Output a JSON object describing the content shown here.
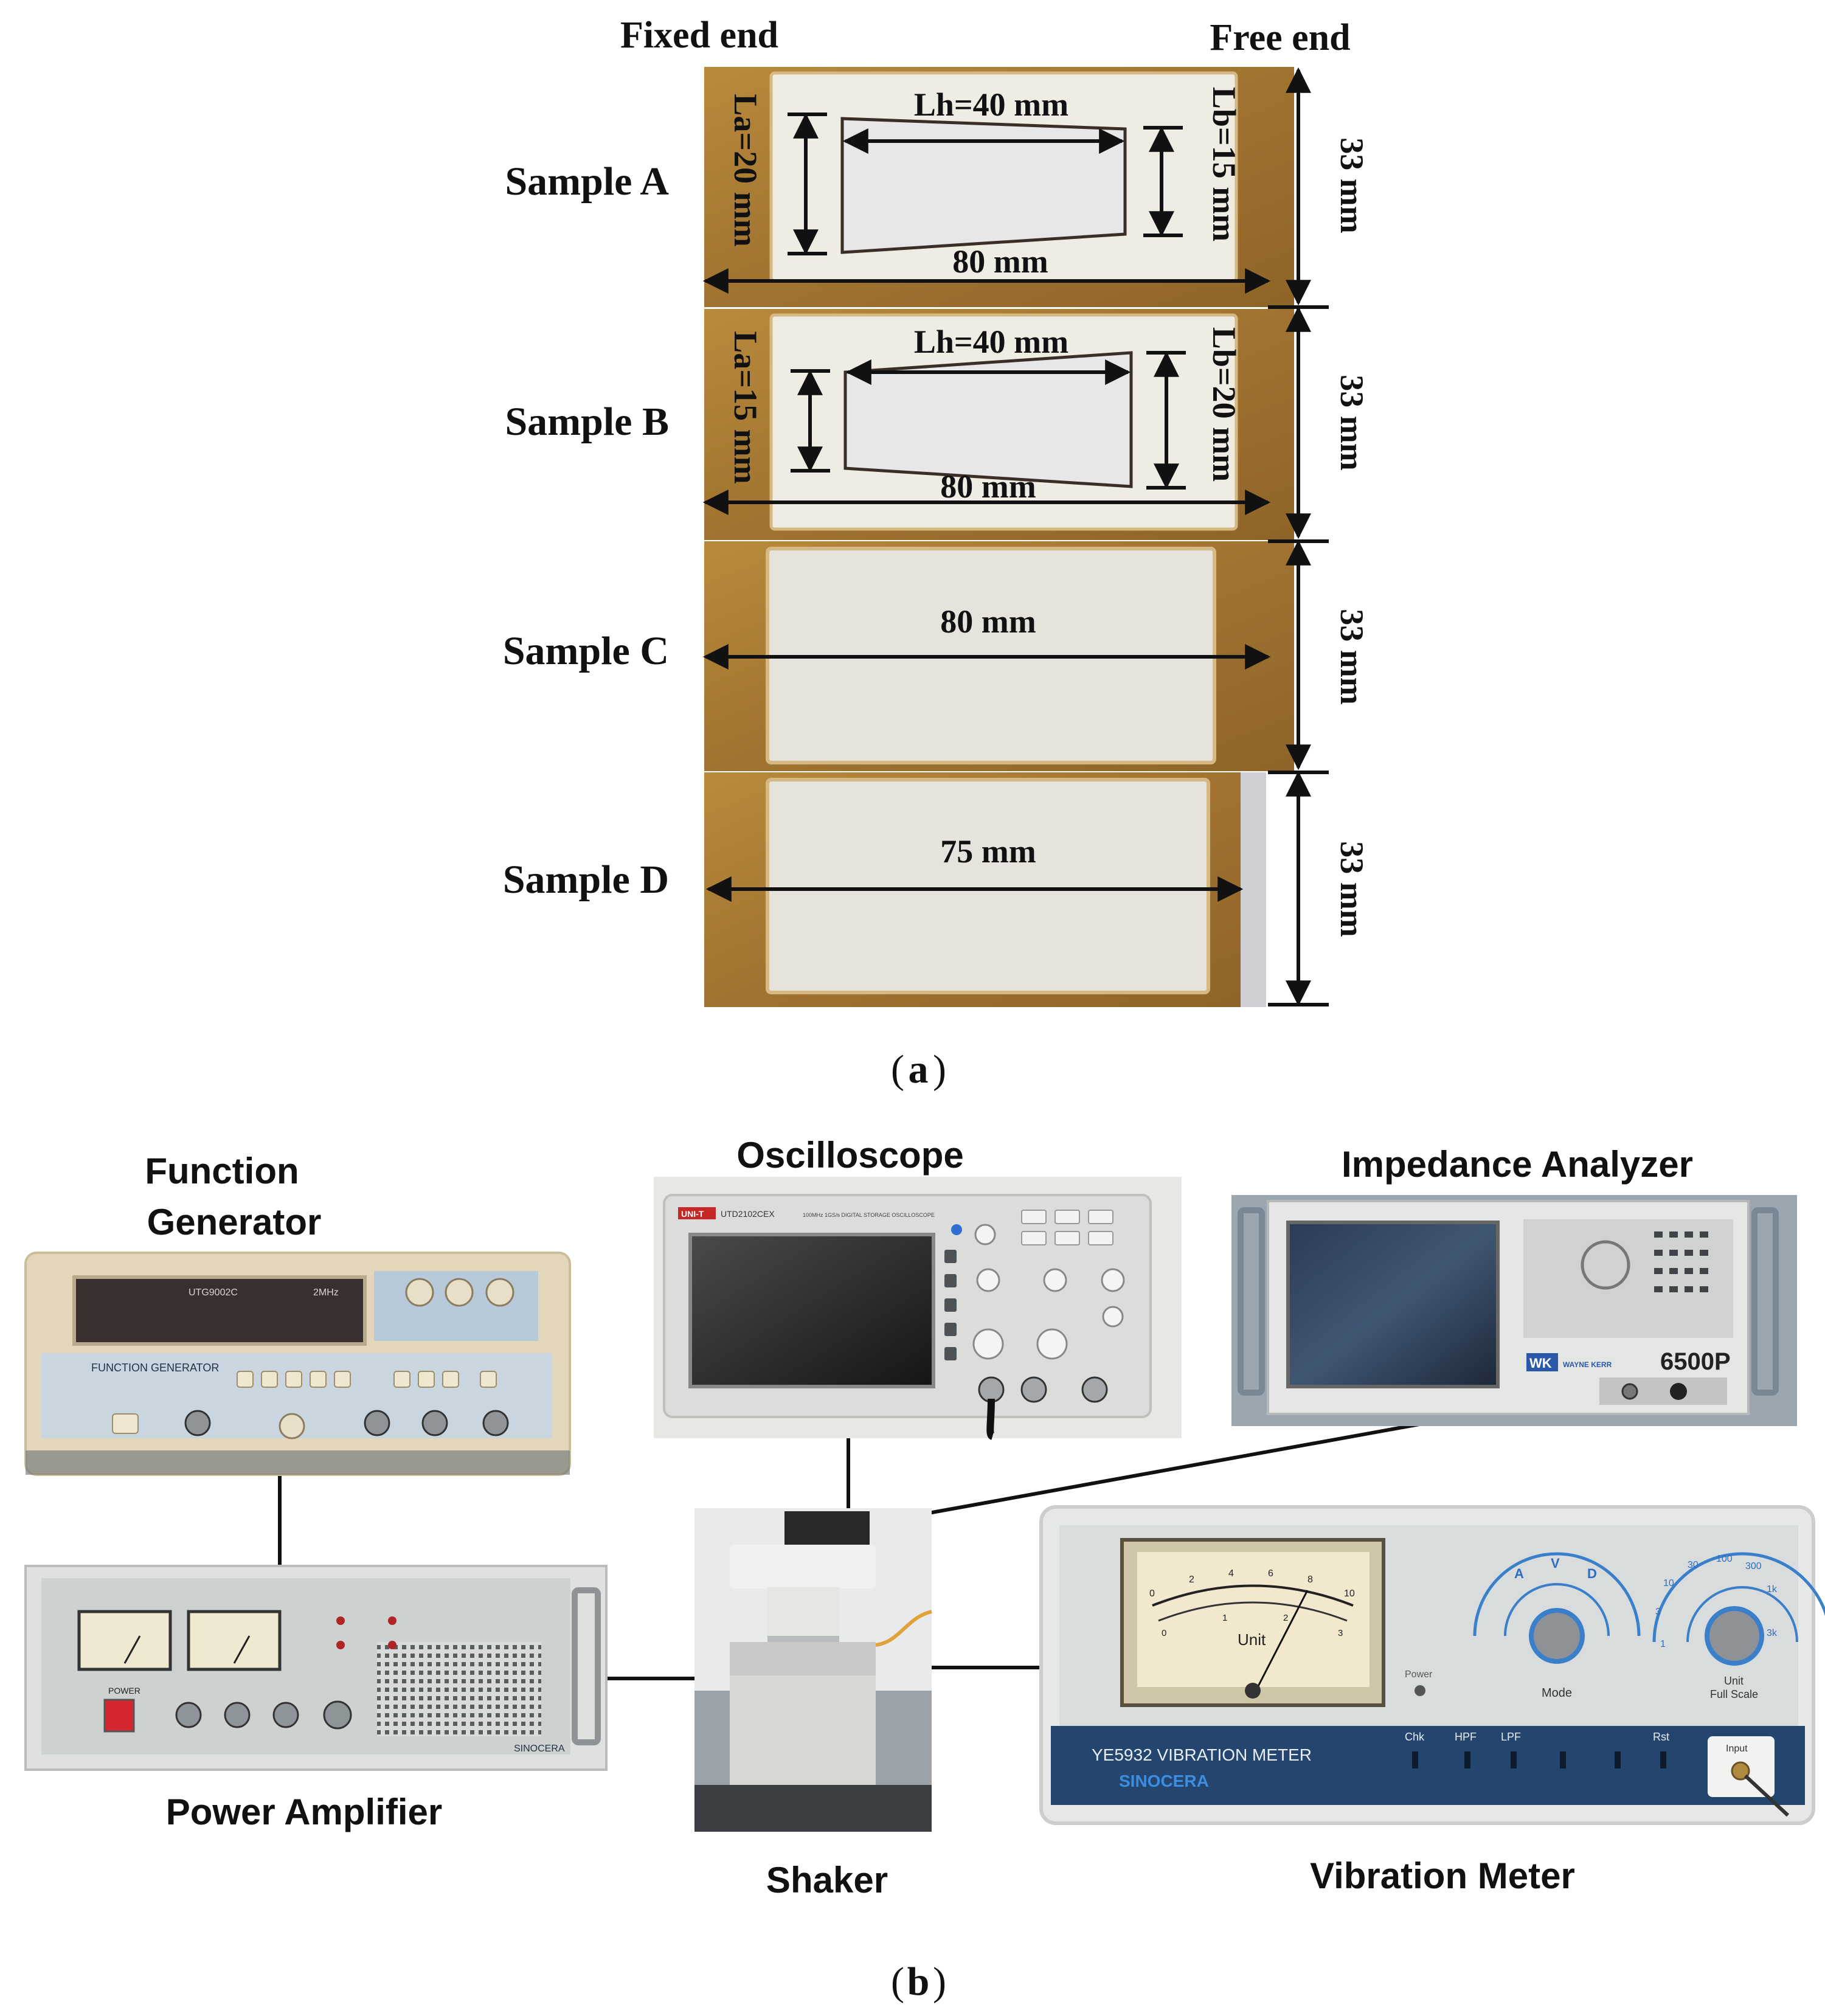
{
  "panel_a": {
    "header_fixed": "Fixed end",
    "header_free": "Free end",
    "samples": [
      {
        "label": "Sample A",
        "la_label": "La=20 mm",
        "lh_label": "Lh=40 mm",
        "lb_label": "Lb=15 mm",
        "length_label": "80 mm",
        "width_label": "33 mm"
      },
      {
        "label": "Sample B",
        "la_label": "La=15 mm",
        "lh_label": "Lh=40 mm",
        "lb_label": "Lb=20 mm",
        "length_label": "80 mm",
        "width_label": "33 mm"
      },
      {
        "label": "Sample C",
        "length_label": "80 mm",
        "width_label": "33 mm"
      },
      {
        "label": "Sample D",
        "length_label": "75 mm",
        "width_label": "33 mm"
      }
    ],
    "caption_open": "(",
    "caption_letter": "a",
    "caption_close": ")"
  },
  "panel_b": {
    "function_generator": {
      "line1": "Function",
      "line2": "Generator",
      "device_model": "UTG9002C",
      "device_panel": "FUNCTION GENERATOR",
      "device_readout": "2MHz"
    },
    "oscilloscope": {
      "title": "Oscilloscope",
      "brand": "UNI-T",
      "model": "UTD2102CEX",
      "spec": "100MHz 1GS/s DIGITAL STORAGE OSCILLOSCOPE"
    },
    "impedance_analyzer": {
      "title": "Impedance Analyzer",
      "brand": "WK",
      "brand_text": "WAYNE KERR",
      "model": "6500P"
    },
    "power_amplifier": {
      "title": "Power Amplifier",
      "brand": "SINOCERA",
      "power_label": "POWER"
    },
    "shaker": {
      "title": "Shaker"
    },
    "vibration_meter": {
      "title": "Vibration Meter",
      "meter_unit": "Unit",
      "scale_top": [
        "0",
        "2",
        "4",
        "6",
        "8",
        "10"
      ],
      "scale_bottom": [
        "0",
        "1",
        "2",
        "3"
      ],
      "mode_label": "Mode",
      "mode_options": [
        "A",
        "V",
        "D"
      ],
      "full_scale_label1": "Unit",
      "full_scale_label2": "Full Scale",
      "full_scale_options": [
        "1",
        "3",
        "10",
        "30",
        "100",
        "300",
        "1k",
        "3k"
      ],
      "power_label": "Power",
      "chk_label": "Chk",
      "hpf_label": "HPF",
      "lpf_label": "LPF",
      "rst_label": "Rst",
      "input_label": "Input",
      "model_text": "YE5932 VIBRATION METER",
      "brand_text": "SINOCERA"
    },
    "caption_open": "(",
    "caption_letter": "b",
    "caption_close": ")"
  },
  "colors": {
    "substrate": "#a97b30",
    "piezo": "#dcd8d0",
    "ink": "#111111"
  }
}
